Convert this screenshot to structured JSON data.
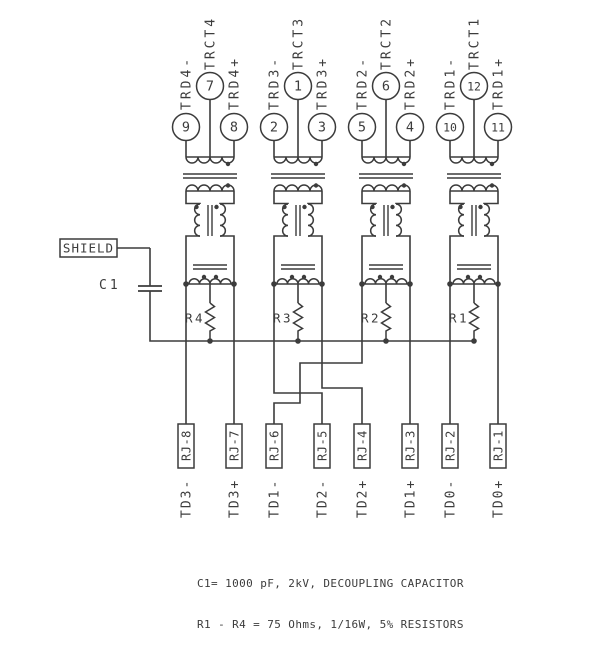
{
  "diagram": {
    "background": "#ffffff",
    "line_color": "#3c3c3c",
    "shield": {
      "label": "SHIELD"
    },
    "capacitor": {
      "label": "C1"
    },
    "channels": [
      {
        "name": "channel-4",
        "left_label": "TRD4-",
        "center_label": "TRCT4",
        "right_label": "TRD4+",
        "left_pin": "9",
        "center_pin": "7",
        "right_pin": "8",
        "resistor_label": "R4"
      },
      {
        "name": "channel-3",
        "left_label": "TRD3-",
        "center_label": "TRCT3",
        "right_label": "TRD3+",
        "left_pin": "2",
        "center_pin": "1",
        "right_pin": "3",
        "resistor_label": "R3"
      },
      {
        "name": "channel-2",
        "left_label": "TRD2-",
        "center_label": "TRCT2",
        "right_label": "TRD2+",
        "left_pin": "5",
        "center_pin": "6",
        "right_pin": "4",
        "resistor_label": "R2"
      },
      {
        "name": "channel-1",
        "left_label": "TRD1-",
        "center_label": "TRCT1",
        "right_label": "TRD1+",
        "left_pin": "10",
        "center_pin": "12",
        "right_pin": "11",
        "resistor_label": "R1"
      }
    ],
    "bottom_pins": [
      {
        "connector_label": "RJ-8",
        "signal_label": "TD3-"
      },
      {
        "connector_label": "RJ-7",
        "signal_label": "TD3+"
      },
      {
        "connector_label": "RJ-6",
        "signal_label": "TD1-"
      },
      {
        "connector_label": "RJ-5",
        "signal_label": "TD2-"
      },
      {
        "connector_label": "RJ-4",
        "signal_label": "TD2+"
      },
      {
        "connector_label": "RJ-3",
        "signal_label": "TD1+"
      },
      {
        "connector_label": "RJ-2",
        "signal_label": "TD0-"
      },
      {
        "connector_label": "RJ-1",
        "signal_label": "TD0+"
      }
    ],
    "notes": [
      "C1= 1000 pF, 2kV, DECOUPLING CAPACITOR",
      "R1 - R4 = 75 Ohms, 1/16W, 5% RESISTORS"
    ]
  }
}
